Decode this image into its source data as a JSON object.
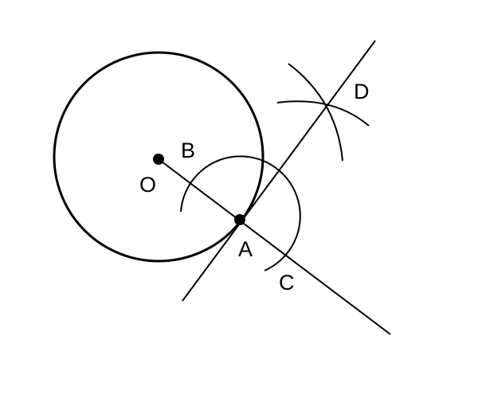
{
  "figure": {
    "labels": {
      "O": "O",
      "A": "A",
      "B": "B",
      "C": "C",
      "D": "D"
    },
    "colors": {
      "stroke": "#000000",
      "background": "#ffffff"
    }
  }
}
